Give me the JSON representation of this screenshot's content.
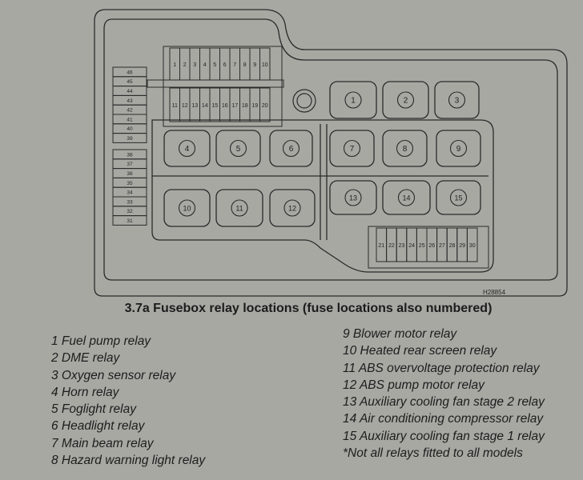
{
  "figure": {
    "reference_code": "H28854",
    "caption": "3.7a  Fusebox relay locations (fuse locations also numbered)",
    "relay_markers": [
      "1",
      "2",
      "3",
      "4",
      "5",
      "6",
      "7",
      "8",
      "9",
      "10",
      "11",
      "12",
      "13",
      "14",
      "15"
    ],
    "fuses_top_row": [
      "1",
      "2",
      "3",
      "4",
      "5",
      "6",
      "7",
      "8",
      "9",
      "10"
    ],
    "fuses_second_row": [
      "11",
      "12",
      "13",
      "14",
      "15",
      "16",
      "17",
      "18",
      "19",
      "20"
    ],
    "fuses_left_upper": [
      "46",
      "45",
      "44",
      "43",
      "42",
      "41",
      "40",
      "39"
    ],
    "fuses_left_lower": [
      "38",
      "37",
      "36",
      "35",
      "34",
      "33",
      "32",
      "31"
    ],
    "fuses_bottom_row": [
      "21",
      "22",
      "23",
      "24",
      "25",
      "26",
      "27",
      "28",
      "29",
      "30"
    ]
  },
  "legend_left": [
    "1  Fuel pump relay",
    "2  DME relay",
    "3  Oxygen sensor relay",
    "4  Horn relay",
    "5  Foglight relay",
    "6  Headlight relay",
    "7  Main beam relay",
    "8  Hazard warning light relay"
  ],
  "legend_right": [
    "9  Blower motor relay",
    "10  Heated rear screen relay",
    "11  ABS overvoltage protection relay",
    "12  ABS pump motor relay",
    "13  Auxiliary cooling fan stage 2 relay",
    "14  Air conditioning compressor relay",
    "15  Auxiliary cooling fan stage 1 relay",
    "*Not all relays fitted to all models"
  ]
}
